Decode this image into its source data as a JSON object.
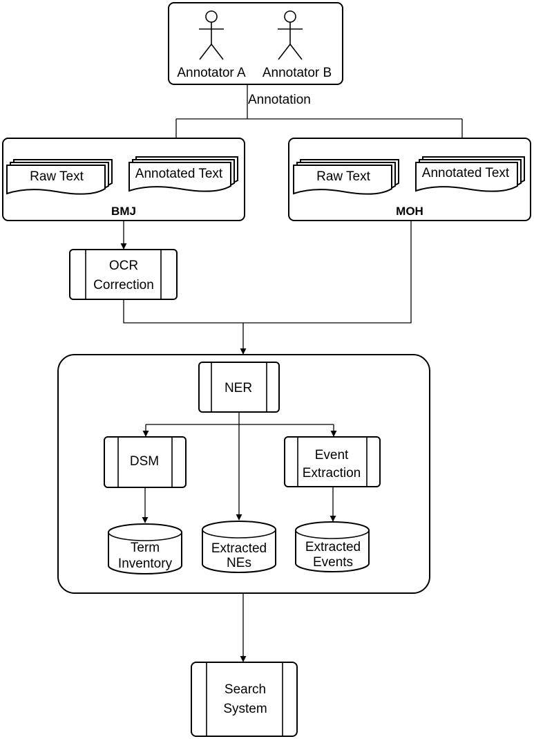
{
  "annotators": [
    "Annotator A",
    "Annotator B"
  ],
  "annotation_label": "Annotation",
  "sources": [
    {
      "name": "BMJ",
      "raw": "Raw Text",
      "annotated": "Annotated Text"
    },
    {
      "name": "MOH",
      "raw": "Raw Text",
      "annotated": "Annotated Text"
    }
  ],
  "ocr": {
    "line1": "OCR",
    "line2": "Correction"
  },
  "ner": "NER",
  "dsm": "DSM",
  "event_extraction": {
    "line1": "Event",
    "line2": "Extraction"
  },
  "stores": [
    {
      "line1": "Term",
      "line2": "Inventory"
    },
    {
      "line1": "Extracted",
      "line2": "NEs"
    },
    {
      "line1": "Extracted",
      "line2": "Events"
    }
  ],
  "search": {
    "line1": "Search",
    "line2": "System"
  }
}
